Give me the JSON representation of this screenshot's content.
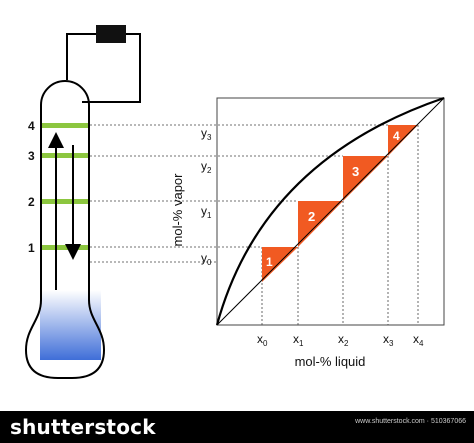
{
  "plate_labels": [
    "1",
    "2",
    "3",
    "4"
  ],
  "axes": {
    "y_label": "mol-% vapor",
    "x_label": "mol-% liquid",
    "y_ticks": [
      {
        "base": "y",
        "sub": "0"
      },
      {
        "base": "y",
        "sub": "1"
      },
      {
        "base": "y",
        "sub": "2"
      },
      {
        "base": "y",
        "sub": "3"
      }
    ],
    "x_ticks": [
      {
        "base": "x",
        "sub": "0"
      },
      {
        "base": "x",
        "sub": "1"
      },
      {
        "base": "x",
        "sub": "2"
      },
      {
        "base": "x",
        "sub": "3"
      },
      {
        "base": "x",
        "sub": "4"
      }
    ]
  },
  "step_labels": [
    "1",
    "2",
    "3",
    "4"
  ],
  "colors": {
    "plate": "#8cc63f",
    "step": "#f15a22",
    "liquid_top": "#ffffff",
    "liquid_bottom": "#3f6ed8",
    "line": "#000000"
  },
  "icons": [
    "heater-icon"
  ],
  "footer": {
    "brand": "shutterstock",
    "id_line": "www.shutterstock.com · 510367066"
  }
}
